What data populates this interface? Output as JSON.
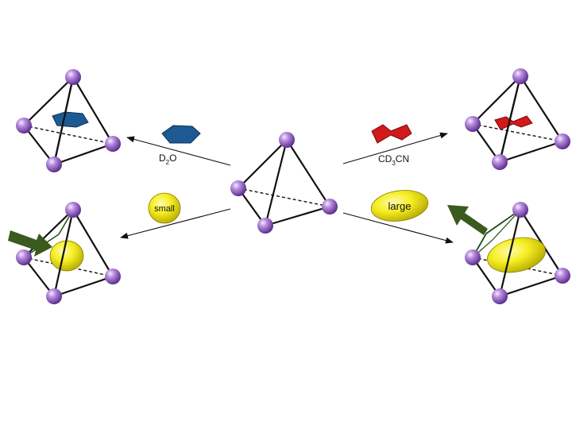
{
  "labels": {
    "d2o": {
      "main": "D",
      "sub": "2",
      "tail": "O"
    },
    "cd3cn": {
      "main": "CD",
      "sub": "3",
      "tail": "CN"
    },
    "small": "small",
    "large": "large"
  },
  "colors": {
    "vertex": "#9b59c7",
    "hexagon_guest": "#1d5a93",
    "bowtie_guest": "#d11a1a",
    "ellipsoid_guest": "#f2ec1a",
    "squeeze_arrow": "#3a5a1e",
    "edge": "#111111"
  },
  "icons": [
    "tetrahedral-cage-icon",
    "hexagon-guest-icon",
    "bowtie-guest-icon",
    "ellipsoid-guest-icon",
    "squeeze-arrow-icon",
    "reaction-arrow-icon"
  ]
}
